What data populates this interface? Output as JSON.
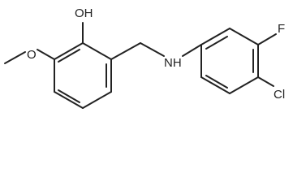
{
  "molecule": {
    "atoms": {
      "hydroxyl": "OH",
      "methoxy_oxygen": "O",
      "amine": "NH",
      "fluorine": "F",
      "chlorine": "Cl"
    }
  },
  "colors": {
    "bond": "#222222",
    "label": "#222222",
    "background": "#ffffff"
  }
}
